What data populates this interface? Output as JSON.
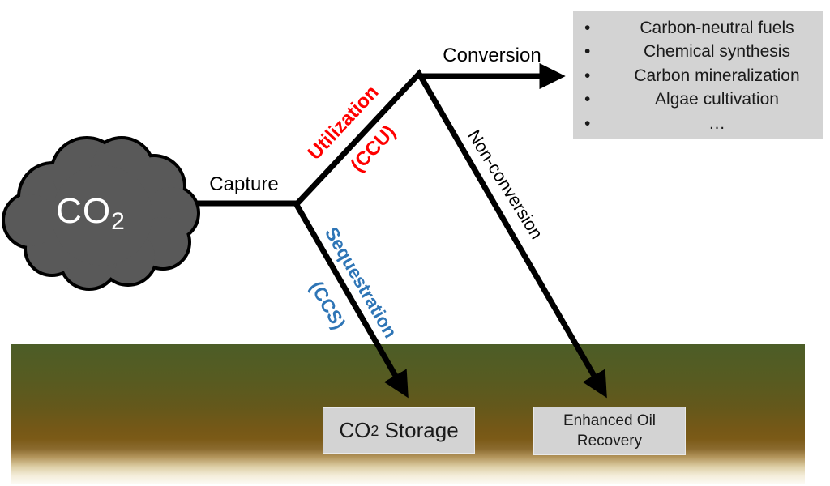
{
  "colors": {
    "utilization_red": "#FF0000",
    "sequestration_blue": "#2E75B6",
    "cloud_gray": "#595959",
    "box_gray": "#D3D3D3",
    "line_black": "#000000",
    "ground_green_top": "#4C5D27",
    "ground_brown_mid": "#7B5A17",
    "ground_cream_bottom": "#FCFAF4"
  },
  "cloud": {
    "formula": "CO",
    "formula_subscript": "2"
  },
  "labels": {
    "capture": "Capture",
    "conversion": "Conversion",
    "utilization": "Utilization",
    "utilization_abbr": "(CCU)",
    "non_conversion": "Non-conversion",
    "sequestration": "Sequestration",
    "sequestration_abbr": "(CCS)"
  },
  "ccu_outcomes": {
    "items": [
      "Carbon-neutral fuels",
      "Chemical synthesis",
      "Carbon mineralization",
      "Algae cultivation",
      "…"
    ]
  },
  "storage_box": {
    "formula": "CO",
    "formula_subscript": "2",
    "suffix": "Storage"
  },
  "eor_box": {
    "line1": "Enhanced Oil",
    "line2": "Recovery"
  }
}
